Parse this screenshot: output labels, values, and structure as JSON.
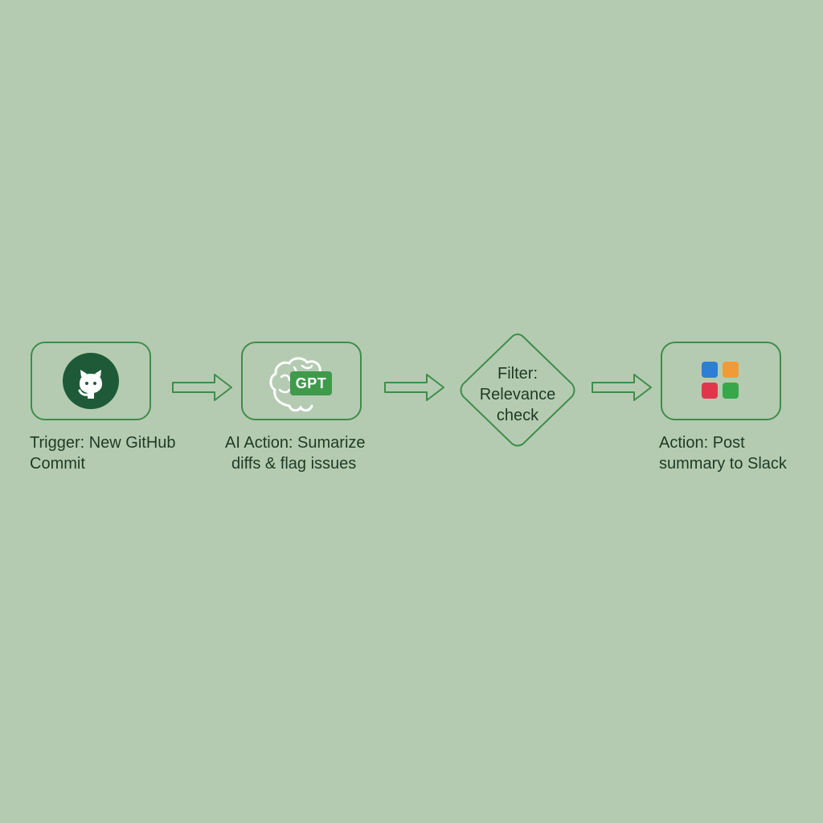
{
  "colors": {
    "background": "#b4cbb2",
    "stroke": "#3f8d48",
    "text": "#1f3a24",
    "github_circle": "#1e5a37",
    "gpt_badge": "#3f9a4c",
    "app_blue": "#2d7fd3",
    "app_orange": "#f19a38",
    "app_red": "#e0364c",
    "app_green": "#36a84a"
  },
  "nodes": [
    {
      "icon": "github-icon",
      "label_line1": "Trigger: New GitHub",
      "label_line2": "Commit"
    },
    {
      "icon": "brain-icon",
      "badge": "GPT",
      "label_line1": "AI Action: Sumarize",
      "label_line2": "diffs & flag issues"
    },
    {
      "shape": "diamond",
      "text_line1": "Filter:",
      "text_line2": "Relevance",
      "text_line3": "check"
    },
    {
      "icon": "app-grid-icon",
      "label_line1": "Action: Post",
      "label_line2": "summary to Slack"
    }
  ]
}
